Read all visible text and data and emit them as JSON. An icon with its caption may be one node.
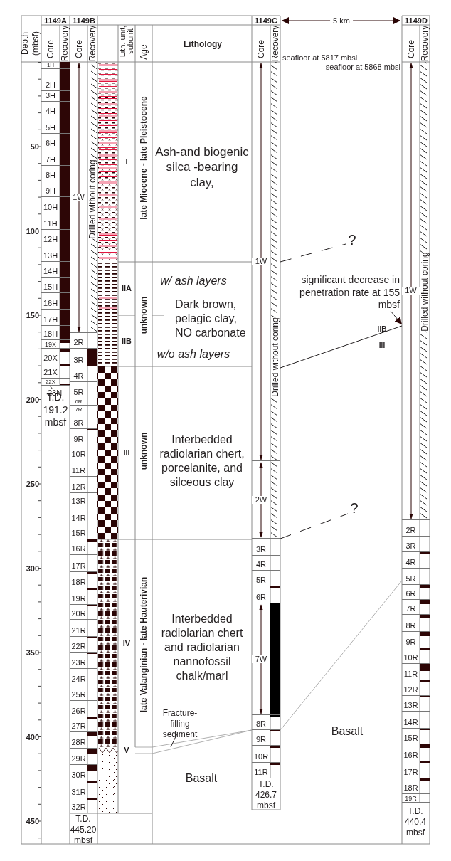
{
  "diagram": {
    "nodes": [
      {
        "text": [
          "1H"
        ]
      },
      {
        "text": [
          "2H"
        ]
      },
      {
        "text": [
          "3H"
        ]
      },
      {
        "text": [
          "4H"
        ]
      },
      {
        "text": [
          "5H"
        ]
      },
      {
        "text": [
          "6H"
        ]
      },
      {
        "text": [
          "7H"
        ]
      },
      {
        "text": [
          "8H"
        ]
      },
      {
        "text": [
          "9H"
        ]
      },
      {
        "text": [
          "10H"
        ]
      },
      {
        "text": [
          "11H"
        ]
      },
      {
        "text": [
          "12H"
        ]
      },
      {
        "text": [
          "13H"
        ]
      },
      {
        "text": [
          "14H"
        ]
      },
      {
        "text": [
          "15H"
        ]
      },
      {
        "text": [
          "16H"
        ]
      },
      {
        "text": [
          "17H"
        ]
      },
      {
        "text": [
          "18H"
        ]
      },
      {
        "text": [
          "19X"
        ]
      },
      {
        "text": [
          "20X"
        ]
      },
      {
        "text": [
          "21X"
        ]
      },
      {
        "text": [
          "22X"
        ]
      },
      {
        "text": [
          "23N"
        ]
      },
      {
        "text": [
          "1W"
        ]
      },
      {
        "text": [
          "2R"
        ]
      },
      {
        "text": [
          "3R"
        ]
      },
      {
        "text": [
          "4R"
        ]
      },
      {
        "text": [
          "5R"
        ]
      },
      {
        "text": [
          "6R"
        ]
      },
      {
        "text": [
          "7R"
        ]
      },
      {
        "text": [
          "8R"
        ]
      },
      {
        "text": [
          "9R"
        ]
      },
      {
        "text": [
          "10R"
        ]
      },
      {
        "text": [
          "11R"
        ]
      },
      {
        "text": [
          "12R"
        ]
      },
      {
        "text": [
          "13R"
        ]
      },
      {
        "text": [
          "14R"
        ]
      },
      {
        "text": [
          "15R"
        ]
      },
      {
        "text": [
          "16R"
        ]
      },
      {
        "text": [
          "17R"
        ]
      },
      {
        "text": [
          "18R"
        ]
      },
      {
        "text": [
          "19R"
        ]
      },
      {
        "text": [
          "20R"
        ]
      },
      {
        "text": [
          "21R"
        ]
      },
      {
        "text": [
          "22R"
        ]
      },
      {
        "text": [
          "23R"
        ]
      },
      {
        "text": [
          "24R"
        ]
      },
      {
        "text": [
          "25R"
        ]
      },
      {
        "text": [
          "26R"
        ]
      },
      {
        "text": [
          "27R"
        ]
      },
      {
        "text": [
          "28R"
        ]
      },
      {
        "text": [
          "29R"
        ]
      },
      {
        "text": [
          "30R"
        ]
      },
      {
        "text": [
          "31R"
        ]
      },
      {
        "text": [
          "32R"
        ]
      },
      {
        "text": [
          "I"
        ]
      },
      {
        "text": [
          "IIA"
        ]
      },
      {
        "text": [
          "IIB"
        ]
      },
      {
        "text": [
          "III"
        ]
      },
      {
        "text": [
          "IV"
        ]
      },
      {
        "text": [
          "V"
        ]
      },
      {
        "text": [
          "1W"
        ]
      },
      {
        "text": [
          "2W"
        ]
      },
      {
        "text": [
          "3R"
        ]
      },
      {
        "text": [
          "4R"
        ]
      },
      {
        "text": [
          "5R"
        ]
      },
      {
        "text": [
          "6R"
        ]
      },
      {
        "text": [
          "7W"
        ]
      },
      {
        "text": [
          "8R"
        ]
      },
      {
        "text": [
          "9R"
        ]
      },
      {
        "text": [
          "10R"
        ]
      },
      {
        "text": [
          "11R"
        ]
      },
      {
        "text": [
          "1W"
        ]
      },
      {
        "text": [
          "2R"
        ]
      },
      {
        "text": [
          "3R"
        ]
      },
      {
        "text": [
          "4R"
        ]
      },
      {
        "text": [
          "5R"
        ]
      },
      {
        "text": [
          "6R"
        ]
      },
      {
        "text": [
          "7R"
        ]
      },
      {
        "text": [
          "8R"
        ]
      },
      {
        "text": [
          "9R"
        ]
      },
      {
        "text": [
          "10R"
        ]
      },
      {
        "text": [
          "11R"
        ]
      },
      {
        "text": [
          "12R"
        ]
      },
      {
        "text": [
          "13R"
        ]
      },
      {
        "text": [
          "14R"
        ]
      },
      {
        "text": [
          "15R"
        ]
      },
      {
        "text": [
          "16R"
        ]
      },
      {
        "text": [
          "17R"
        ]
      },
      {
        "text": [
          "18R"
        ]
      },
      {
        "text": [
          "19R"
        ]
      },
      {
        "text": [
          "?"
        ]
      },
      {
        "text": [
          "significant decrease in penetration rate at 155 mbsf"
        ]
      },
      {
        "text": [
          "?"
        ]
      },
      {
        "text": [
          "Fracture- filling sediment"
        ]
      }
    ],
    "edges": [
      {
        "from": 22,
        "to": 21,
        "arrow": "none"
      },
      {
        "from": 61,
        "to": 91,
        "arrow": "none",
        "style": "dashed"
      },
      {
        "from": 61,
        "to": 72,
        "arrow": "none"
      },
      {
        "from": 92,
        "to": 72,
        "arrow": "to"
      },
      {
        "from": 62,
        "to": 93,
        "arrow": "none",
        "style": "dashed"
      },
      {
        "from": 60,
        "to": 68,
        "arrow": "none",
        "color": "#9a9a9a"
      },
      {
        "from": 60,
        "to": 68,
        "arrow": "none",
        "color": "#9a9a9a"
      },
      {
        "from": 68,
        "to": 76,
        "arrow": "none",
        "color": "#9a9a9a"
      },
      {
        "from": 94,
        "to": null,
        "arrow": "none"
      }
    ],
    "labels": [
      "1149A",
      "1149B",
      "1149C",
      "5 km",
      "1149D",
      "Depth (mbsf)",
      "Core",
      "Recovery",
      "Core",
      "Recovery",
      "Lith. unit, subunit",
      "Age",
      "Lithology",
      "Core",
      "Recovery",
      "seafloor at 5817 mbsl",
      "Core",
      "Recovery",
      "seafloor at 5868 mbsl",
      "Drilled without coring",
      "late Miocene - late Pleistocene",
      "Ash-and biogenic silca -bearing clay,",
      "50",
      "100",
      "Drilled without coring",
      "w/ ash layers",
      "unknown",
      "Dark brown, pelagic clay, NO carbonate",
      "Drilled without coring",
      "IIB",
      "III",
      "150",
      "w/o ash layers",
      "T.D. 191.2 mbsf",
      "200",
      "unknown",
      "Interbedded radiolarian chert, porcelanite, and silceous clay",
      "250",
      "300",
      "late Valanginian - late Hauterivian",
      "Interbedded radiolarian chert and radiolarian nannofossil chalk/marl",
      "350",
      "400",
      "Basalt",
      "Basalt",
      "T.D. 426.7 mbsf",
      "450",
      "T.D. 445.20 mbsf",
      "T.D. 440.4 mbsf"
    ]
  }
}
